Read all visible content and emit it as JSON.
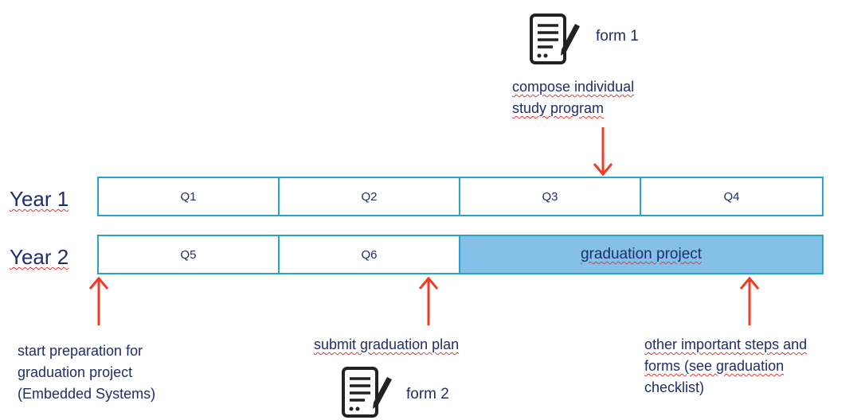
{
  "rows": [
    {
      "label": "Year 1",
      "cells": [
        {
          "text": "Q1"
        },
        {
          "text": "Q2"
        },
        {
          "text": "Q3"
        },
        {
          "text": "Q4"
        }
      ]
    },
    {
      "label": "Year 2",
      "cells": [
        {
          "text": "Q5"
        },
        {
          "text": "Q6"
        },
        {
          "text": "graduation project"
        }
      ]
    }
  ],
  "forms": [
    {
      "label": "form 1",
      "icon": "document-pen-icon"
    },
    {
      "label": "form 2",
      "icon": "document-pen-icon"
    }
  ],
  "annotations": {
    "compose": [
      "compose individual",
      "study program"
    ],
    "start": [
      "start preparation for",
      "graduation project",
      "(Embedded Systems)"
    ],
    "submit": [
      "submit graduation plan"
    ],
    "other": [
      "other important steps and",
      "forms (see graduation",
      "checklist)"
    ]
  },
  "colors": {
    "timeline_border": "#2aa2c9",
    "project_fill": "#85c0e9",
    "arrow": "#f03a25",
    "text": "#1f2d6b"
  }
}
